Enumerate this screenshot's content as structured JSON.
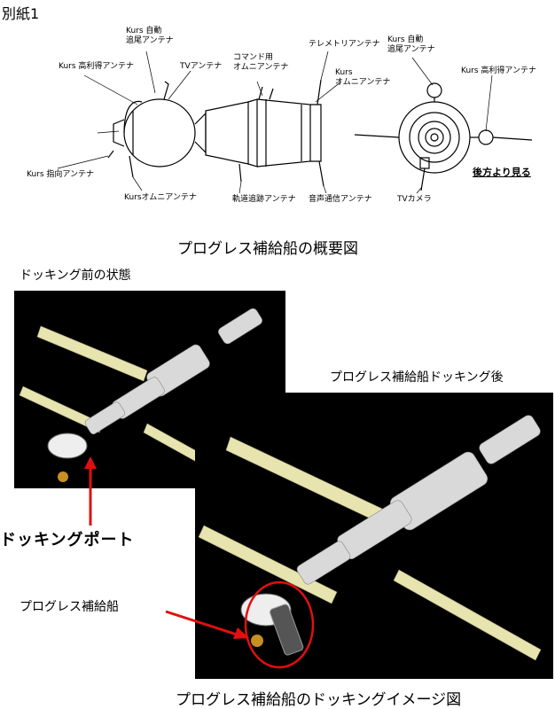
{
  "sheet_label": "別紙1",
  "diagram": {
    "title": "プログレス補給船の概要図",
    "view_from_behind": "後方より見る",
    "labels": {
      "kurs_auto_track_1": "Kurs 自動\n追尾アンテナ",
      "kurs_high_gain_1": "Kurs 高利得アンテナ",
      "tv_antenna": "TVアンテナ",
      "command_omni": "コマンド用\nオムニアンテナ",
      "telemetry_antenna": "テレメトリアンテナ",
      "kurs_omni_top": "Kurs\nオムニアンテナ",
      "kurs_auto_track_2": "Kurs 自動\n追尾アンテナ",
      "kurs_high_gain_2": "Kurs 高利得アンテナ",
      "kurs_directional": "Kurs 指向アンテナ",
      "kurs_omni_bottom": "Kursオムニアンテナ",
      "orbit_tracking": "軌道追跡アンテナ",
      "voice_comm": "音声通信アンテナ",
      "tv_camera": "TVカメラ"
    }
  },
  "images": {
    "before_caption": "ドッキング前の状態",
    "after_caption": "プログレス補給船ドッキング後",
    "docking_port_label": "ドッキングポート",
    "progress_label": "プログレス補給船",
    "bottom_title": "プログレス補給船のドッキングイメージ図"
  },
  "colors": {
    "arrow_red": "#e01010",
    "panel_yellow": "#e8e4b0",
    "background_black": "#000000"
  }
}
